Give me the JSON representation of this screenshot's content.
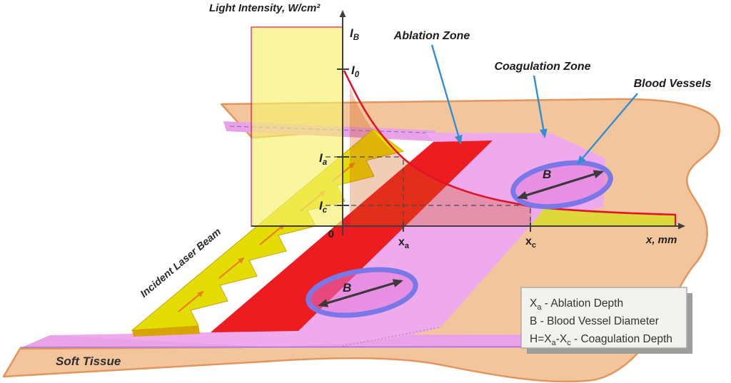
{
  "figure": {
    "title": "Light Intensity, W/cm²",
    "x_axis_label": "x, mm",
    "origin_label": "0"
  },
  "intensity_marks": {
    "ib": {
      "main": "I",
      "sub": "B"
    },
    "i0": {
      "main": "I",
      "sub": "0"
    },
    "ia": {
      "main": "I",
      "sub": "a"
    },
    "ic": {
      "main": "I",
      "sub": "c"
    }
  },
  "depth_marks": {
    "xa": {
      "main": "x",
      "sub": "a"
    },
    "xc": {
      "main": "x",
      "sub": "c"
    }
  },
  "labels": {
    "ablation_zone": "Ablation Zone",
    "coagulation_zone": "Coagulation Zone",
    "blood_vessels": "Blood Vessels",
    "incident_laser_beam": "Incident Laser Beam",
    "soft_tissue": "Soft Tissue",
    "vessel1_b": "B",
    "vessel2_b": "B"
  },
  "legend": {
    "line1": {
      "s0": "X",
      "s1": "a",
      "s2": " - Ablation Depth"
    },
    "line2": {
      "s0": "B - Blood Vessel Diameter"
    },
    "line3": {
      "s0": "H=X",
      "s1": "a",
      "s2": "-X",
      "s3": "c",
      "s4": " - Coagulation Depth"
    }
  },
  "colors": {
    "tissue_tan": "#F3C59C",
    "tissue_border": "#E2955C",
    "coagulation_pink": "#EFA9ED",
    "surface_pink_strip": "#E9A2E7",
    "ablation_red": "#EC1C20",
    "beam_yellow": "#E4DC05",
    "intensity_overlay_yellow": "#F6F26E",
    "under_curve_tail_yellow": "#DFD83B",
    "curve_red": "#E3122B",
    "vessel_stroke_blue": "#7A78E9",
    "annotation_arrow_blue": "#2F8FD4",
    "legend_bg": "#F2F2EF"
  }
}
